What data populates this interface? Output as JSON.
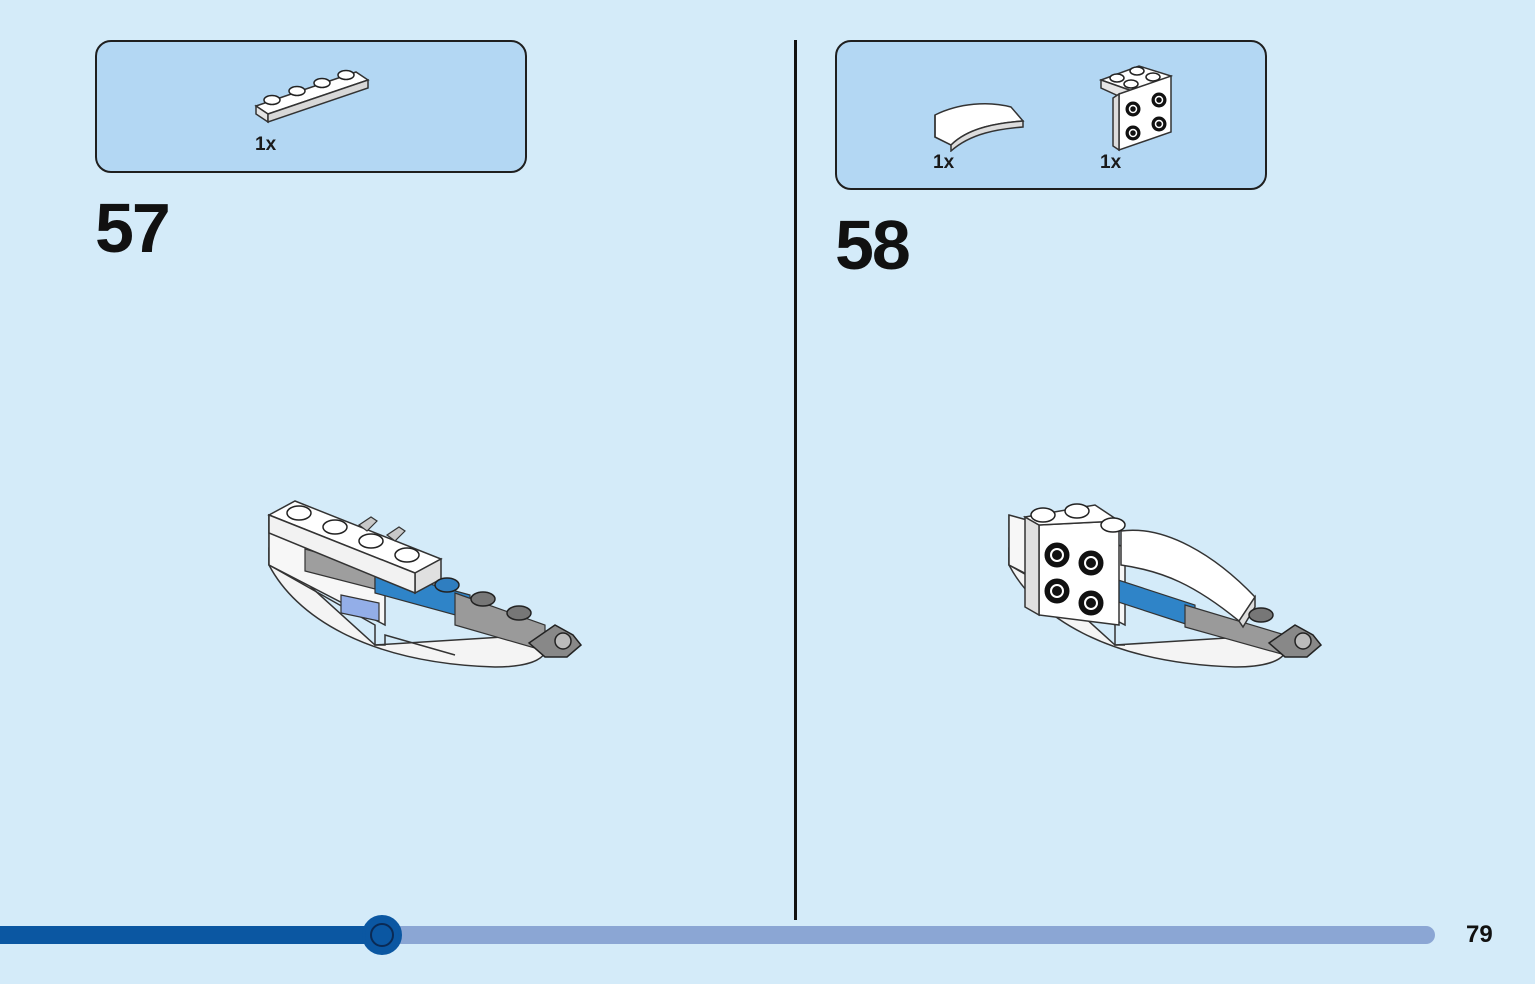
{
  "steps": [
    {
      "number": "57",
      "parts": [
        {
          "qty": "1x",
          "icon": "plate-1x4-white-icon"
        }
      ]
    },
    {
      "number": "58",
      "parts": [
        {
          "qty": "1x",
          "icon": "curved-slope-white-icon"
        },
        {
          "qty": "1x",
          "icon": "bracket-2x2-white-icon"
        }
      ]
    }
  ],
  "progress": {
    "fraction": 0.266
  },
  "page_number": "79",
  "colors": {
    "background": "#d4ebf9",
    "parts_box": "#b3d7f3",
    "progress_fill": "#0b57a2",
    "progress_track": "#8ba6d4"
  }
}
